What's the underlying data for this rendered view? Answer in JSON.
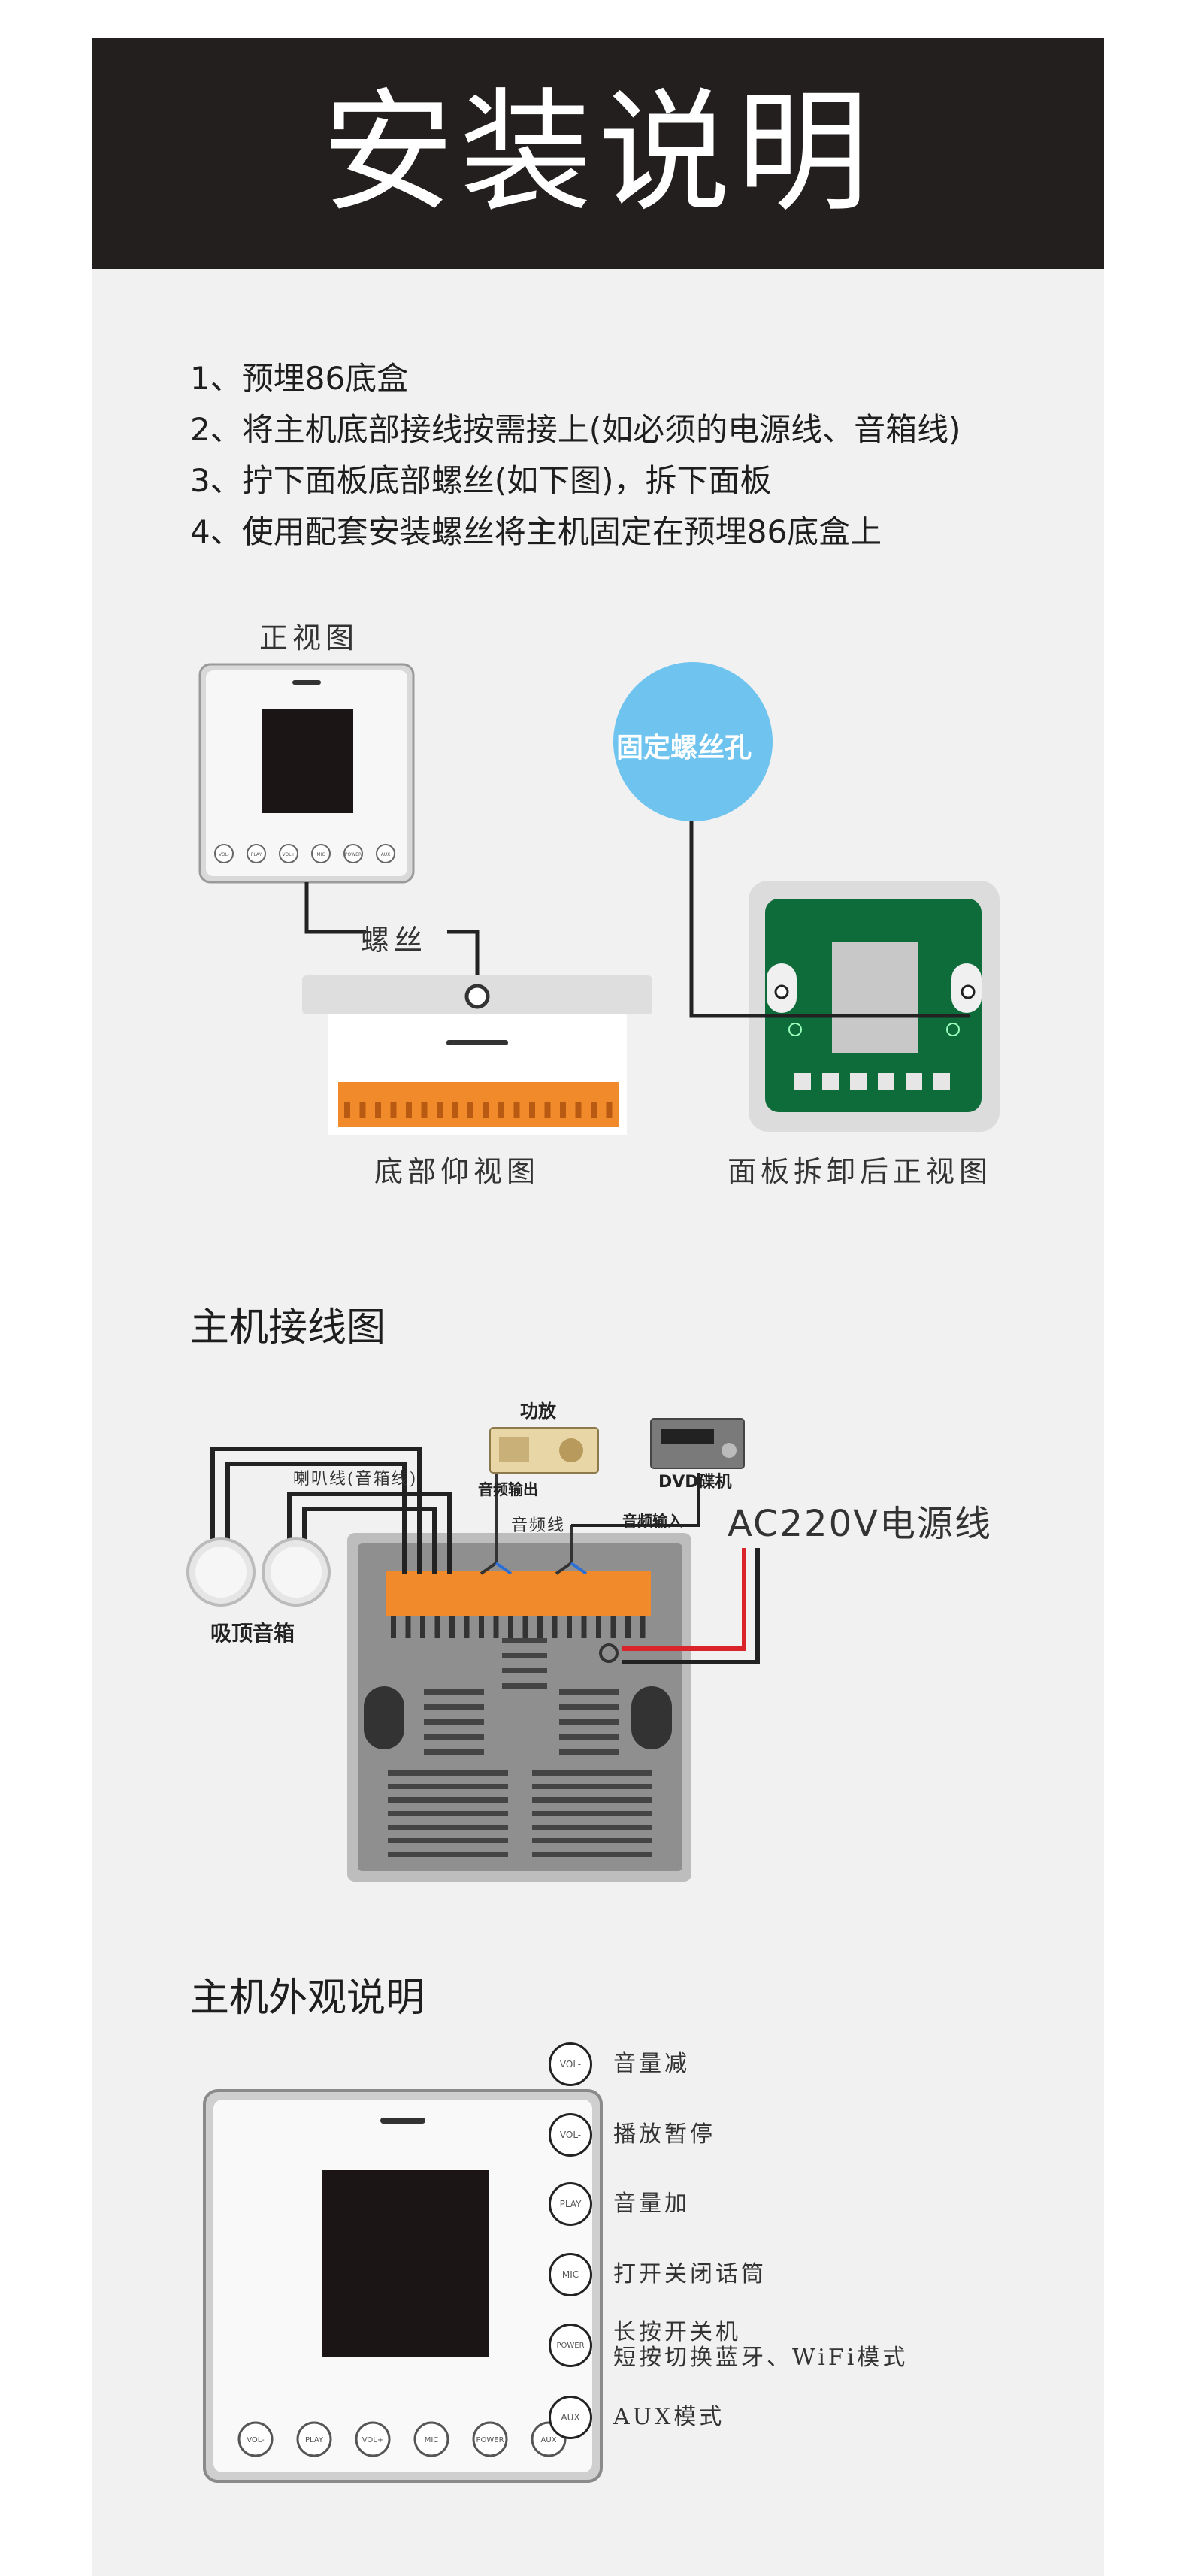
{
  "header": {
    "title": "安装说明"
  },
  "steps": [
    "1、预埋86底盒",
    "2、将主机底部接线按需接上(如必须的电源线、音箱线)",
    "3、拧下面板底部螺丝(如下图)，拆下面板",
    "4、使用配套安装螺丝将主机固定在预埋86底盒上"
  ],
  "install_diagram": {
    "front_view_label": "正视图",
    "screw_label": "螺丝",
    "bottom_view_label": "底部仰视图",
    "fixing_hole_label": "固定螺丝孔",
    "panel_removed_label": "面板拆卸后正视图",
    "mini_buttons": [
      "VOL-",
      "PLAY",
      "VOL+",
      "MIC",
      "POWER",
      "AUX"
    ]
  },
  "wiring_section": {
    "title": "主机接线图",
    "amplifier_label": "功放",
    "audio_out_label": "音频输出",
    "dvd_label": "DVD碟机",
    "audio_in_label": "音频输入",
    "speaker_wire_label": "喇叭线(音箱线)",
    "audio_wire_label": "音频线",
    "ceiling_speaker_label": "吸顶音箱",
    "power_label": "AC220V电源线"
  },
  "appearance_section": {
    "title": "主机外观说明",
    "panel_buttons": [
      "VOL-",
      "PLAY",
      "VOL+",
      "MIC",
      "POWER",
      "AUX"
    ],
    "legend": [
      {
        "icon": "VOL-",
        "text": "音量减"
      },
      {
        "icon": "VOL-",
        "text": "播放暂停"
      },
      {
        "icon": "PLAY",
        "text": "音量加"
      },
      {
        "icon": "MIC",
        "text": "打开关闭话筒"
      },
      {
        "icon": "POWER",
        "text": "长按开关机",
        "text2": "短按切换蓝牙、WiFi模式"
      },
      {
        "icon": "AUX",
        "text": "AUX模式"
      }
    ]
  },
  "colors": {
    "header_bg": "#231f1e",
    "page_bg": "#f1f1f1",
    "pcb_green": "#0e6b3a",
    "terminal_orange": "#f08a2a",
    "badge_blue": "#6ec4ef",
    "power_red": "#d8242a"
  }
}
